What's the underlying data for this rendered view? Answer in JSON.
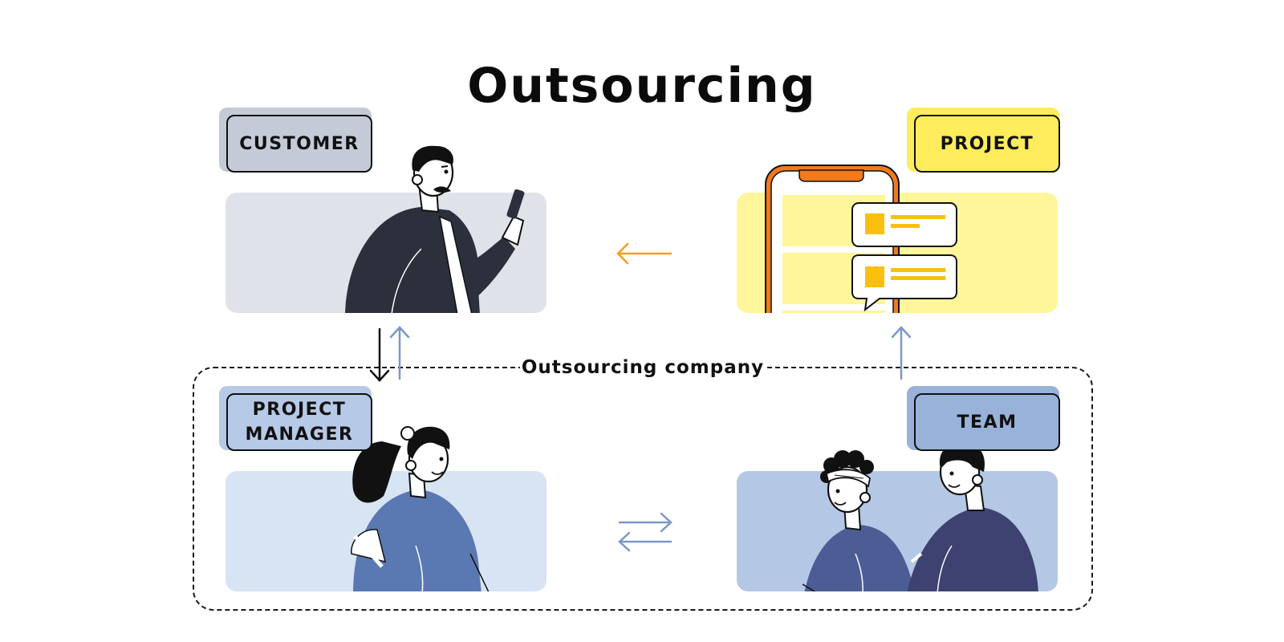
{
  "title": "Outsourcing",
  "company_label": "Outsourcing company",
  "nodes": {
    "customer": {
      "label": "CUSTOMER",
      "panel_color": "#dfe3e9",
      "tag_color": "#c4cad6"
    },
    "project": {
      "label": "PROJECT",
      "panel_color": "#fff59b",
      "tag_color": "#ffec5c"
    },
    "project_manager": {
      "label_line1": "PROJECT",
      "label_line2": "MANAGER",
      "panel_color": "#d7e4f3",
      "tag_color": "#b6c9e6"
    },
    "team": {
      "label": "TEAM",
      "panel_color": "#b4c8e5",
      "tag_color": "#98b2da"
    }
  },
  "colors": {
    "arrow_orange": "#f0a01e",
    "arrow_blue": "#7a98c8",
    "arrow_black": "#111111",
    "phone_orange": "#f07a1c",
    "card_yellow": "#fbbf0e",
    "navy": "#2b303c",
    "blue_shirt": "#5a78b2",
    "team_shirt_1": "#4c5d96",
    "team_shirt_2": "#3e4270"
  }
}
